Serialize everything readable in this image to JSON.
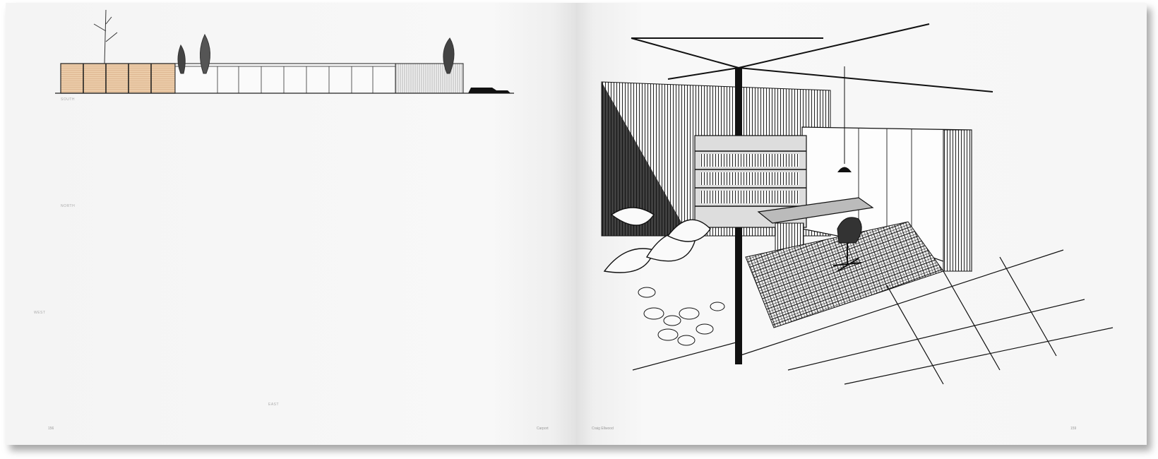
{
  "book": {
    "left_page": {
      "elevations": [
        {
          "label": "South"
        },
        {
          "label": "North"
        },
        {
          "label": "West"
        },
        {
          "label": "East"
        }
      ],
      "folio": "156",
      "running_head": "Carport"
    },
    "right_page": {
      "illustration": "Interior perspective of study with bookshelves, desk, shell chair, pendant lamp and monstera planting",
      "running_head": "Craig Ellwood",
      "folio": "159"
    }
  },
  "colors": {
    "paper": "#f7f7f7",
    "brick": "#e9c9a5",
    "ink": "#1a1a1a"
  }
}
